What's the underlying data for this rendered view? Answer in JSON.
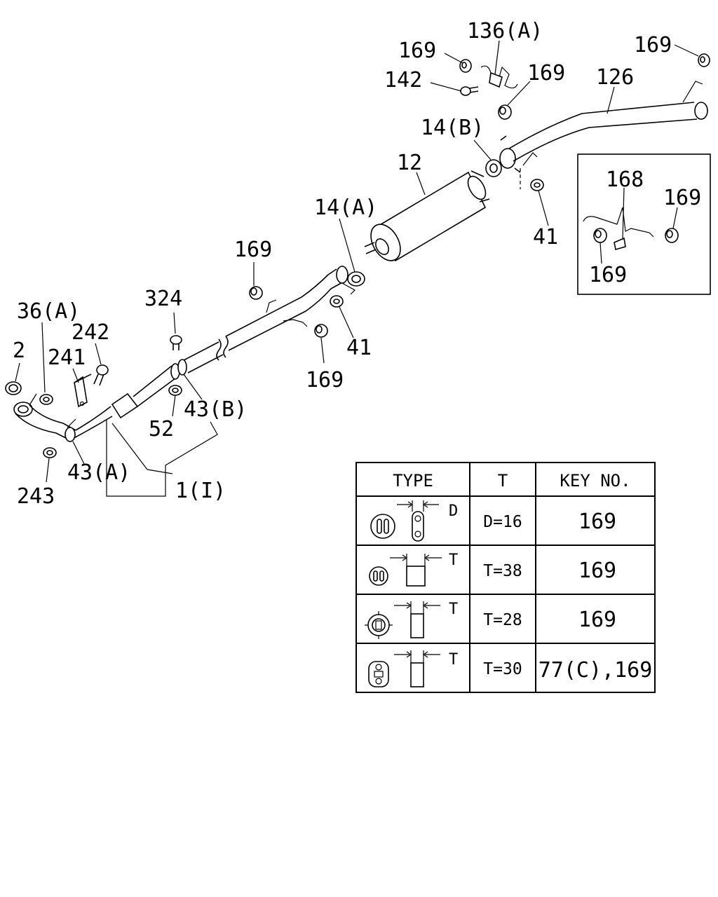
{
  "callouts": {
    "c136a": "136(A)",
    "c169_top1": "169",
    "c142": "142",
    "c169_top2": "169",
    "c169_topright": "169",
    "c126": "126",
    "c14b": "14(B)",
    "c12": "12",
    "c14a": "14(A)",
    "c41_right": "41",
    "c169_mid": "169",
    "c41_mid": "41",
    "c169_lower": "169",
    "c324": "324",
    "c36a": "36(A)",
    "c242": "242",
    "c2": "2",
    "c241": "241",
    "c52": "52",
    "c43b": "43(B)",
    "c43a": "43(A)",
    "c243": "243",
    "c1": "1(I)"
  },
  "inset": {
    "c168": "168",
    "c169_a": "169",
    "c169_b": "169"
  },
  "type_table": {
    "headers": [
      "TYPE",
      "T",
      "KEY NO."
    ],
    "rows": [
      {
        "dim": "D",
        "t": "D=16",
        "key": "169"
      },
      {
        "dim": "T",
        "t": "T=38",
        "key": "169"
      },
      {
        "dim": "T",
        "t": "T=28",
        "key": "169"
      },
      {
        "dim": "T",
        "t": "T=30",
        "key": "77(C),169"
      }
    ]
  }
}
